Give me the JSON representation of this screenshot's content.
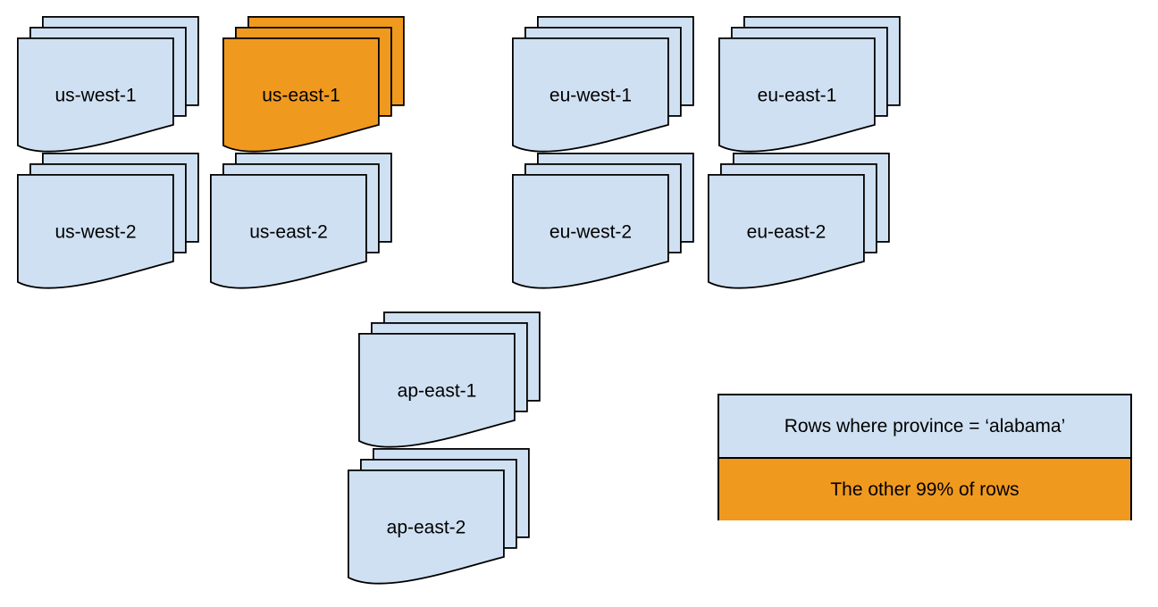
{
  "regions": [
    {
      "id": "us-west-1",
      "label": "us-west-1",
      "highlighted": false
    },
    {
      "id": "us-east-1",
      "label": "us-east-1",
      "highlighted": true
    },
    {
      "id": "eu-west-1",
      "label": "eu-west-1",
      "highlighted": false
    },
    {
      "id": "eu-east-1",
      "label": "eu-east-1",
      "highlighted": false
    },
    {
      "id": "us-west-2",
      "label": "us-west-2",
      "highlighted": false
    },
    {
      "id": "us-east-2",
      "label": "us-east-2",
      "highlighted": false
    },
    {
      "id": "eu-west-2",
      "label": "eu-west-2",
      "highlighted": false
    },
    {
      "id": "eu-east-2",
      "label": "eu-east-2",
      "highlighted": false
    },
    {
      "id": "ap-east-1",
      "label": "ap-east-1",
      "highlighted": false
    },
    {
      "id": "ap-east-2",
      "label": "ap-east-2",
      "highlighted": false
    }
  ],
  "legend": {
    "items": [
      {
        "label": "Rows where province = ‘alabama’",
        "color_key": "doc-blue"
      },
      {
        "label": "The other 99% of rows",
        "color_key": "doc-orange"
      }
    ]
  },
  "colors": {
    "doc-blue": "#cfe0f2",
    "doc-orange": "#f0991f",
    "stroke": "#000000"
  }
}
